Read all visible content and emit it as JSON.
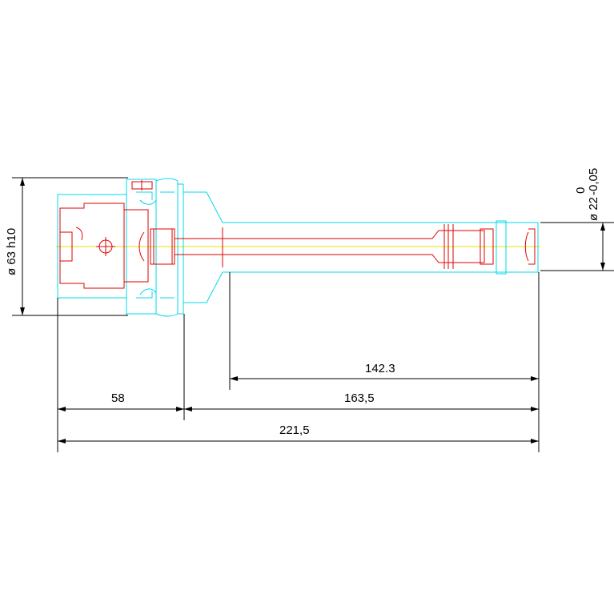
{
  "drawing": {
    "dimensions": {
      "flange_diameter": "ø 63 h10",
      "shank_diameter": "ø 22",
      "shank_tolerance_upper": "0",
      "shank_tolerance_lower": "-0,05",
      "length_142": "142.3",
      "length_58": "58",
      "length_163": "163,5",
      "length_221": "221,5"
    },
    "colors": {
      "outline": "#00d8e8",
      "detail": "#e00000",
      "centerline": "#e8e000",
      "dimension": "#000000"
    }
  }
}
